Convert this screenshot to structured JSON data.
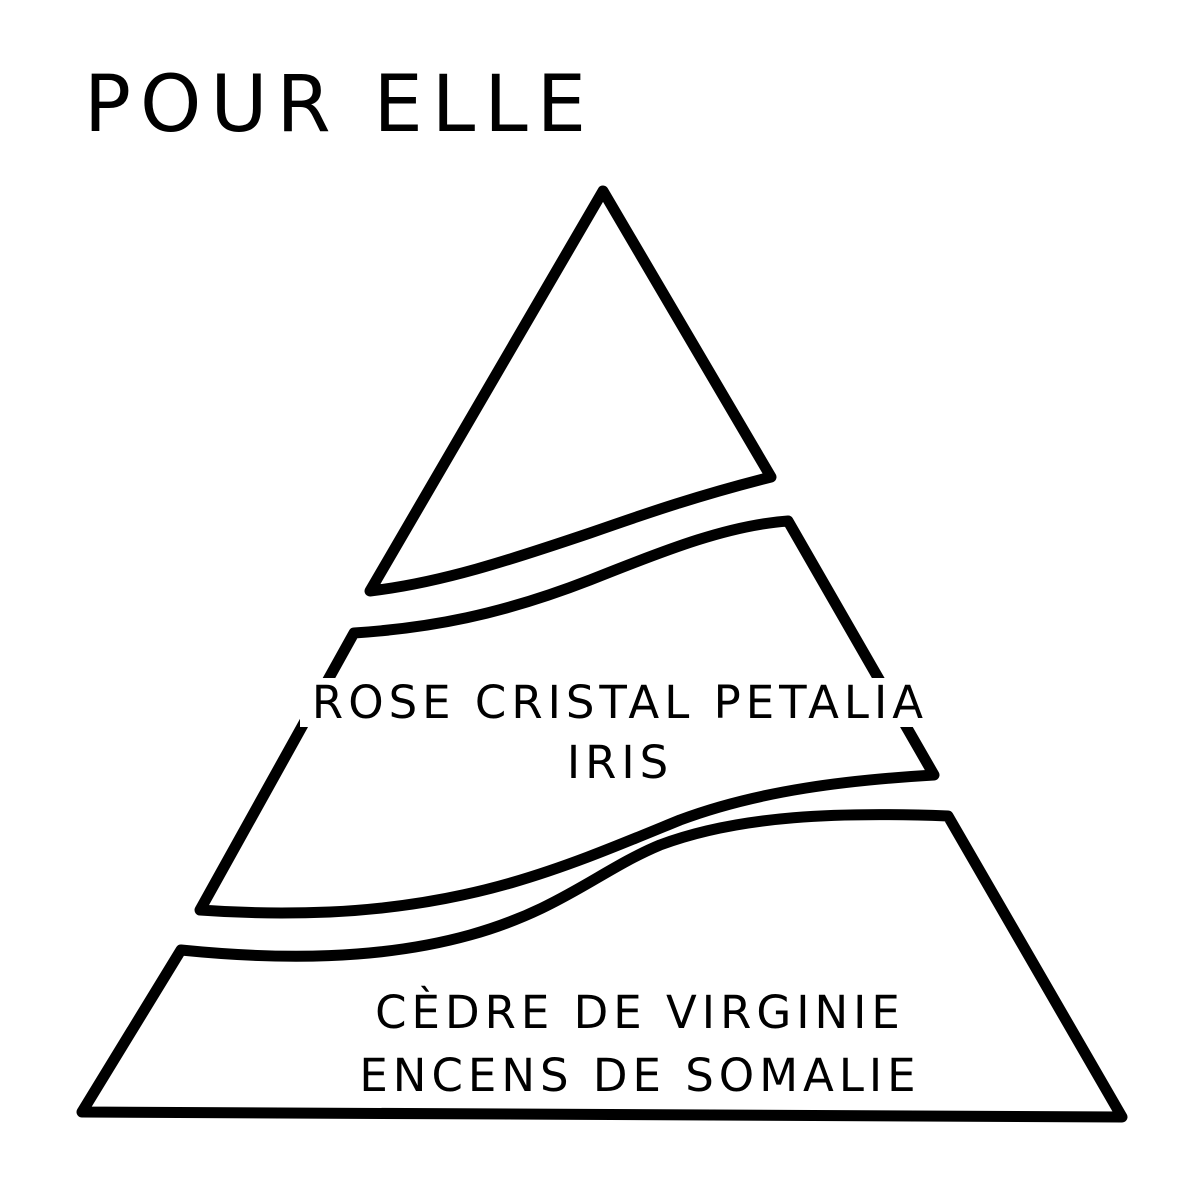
{
  "title": "POUR ELLE",
  "colors": {
    "background": "#ffffff",
    "stroke": "#000000",
    "text": "#000000"
  },
  "pyramid": {
    "tiers": [
      {
        "id": "top",
        "name": "top-notes",
        "lines": []
      },
      {
        "id": "middle",
        "name": "heart-notes",
        "lines": [
          "ROSE CRISTAL PETALIA",
          "IRIS"
        ]
      },
      {
        "id": "bottom",
        "name": "base-notes",
        "lines": [
          "CÈDRE DE VIRGINIE",
          "ENCENS DE SOMALIE"
        ]
      }
    ]
  }
}
